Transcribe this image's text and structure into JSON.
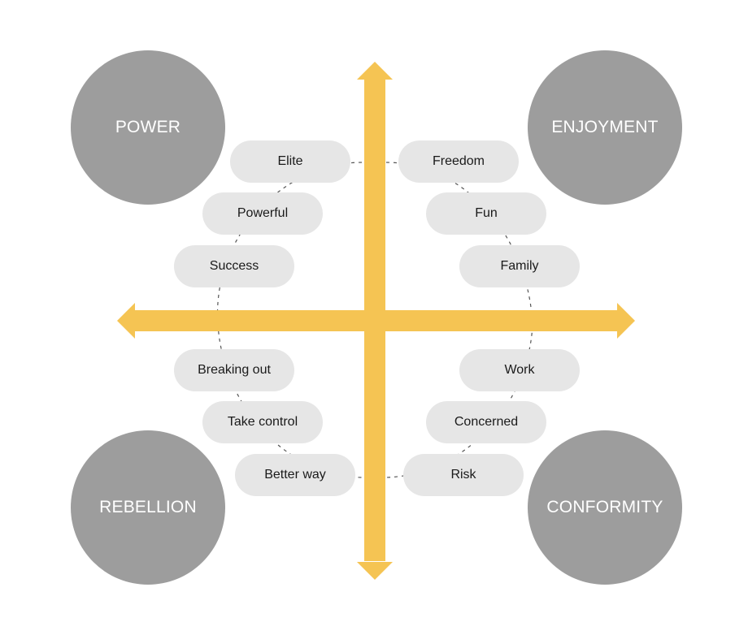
{
  "quadrants": {
    "top_left": "POWER",
    "top_right": "ENJOYMENT",
    "bottom_left": "REBELLION",
    "bottom_right": "CONFORMITY"
  },
  "values": {
    "top_left": [
      "Elite",
      "Powerful",
      "Success"
    ],
    "top_right": [
      "Freedom",
      "Fun",
      "Family"
    ],
    "bottom_left": [
      "Breaking out",
      "Take control",
      "Better way"
    ],
    "bottom_right": [
      "Work",
      "Concerned",
      "Risk"
    ]
  },
  "colors": {
    "axis": "#f5c453",
    "circle": "#9d9d9d",
    "pill": "#e6e6e6",
    "connector": "#555555"
  }
}
